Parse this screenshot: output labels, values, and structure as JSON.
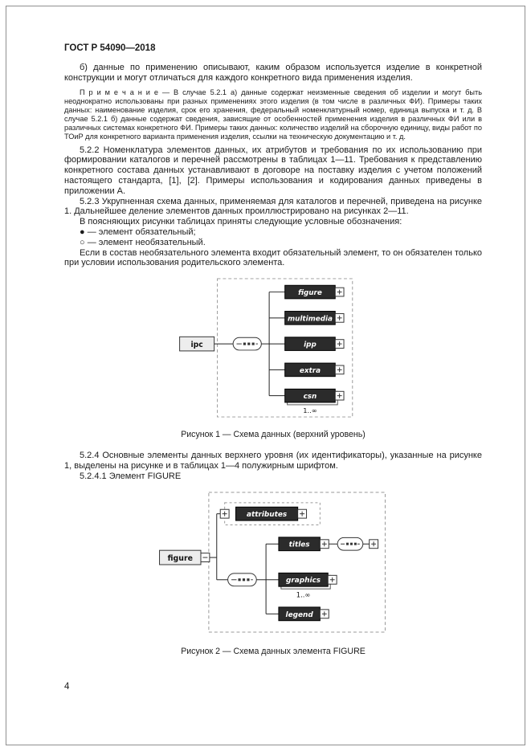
{
  "page": {
    "header": "ГОСТ Р 54090—2018",
    "page_number": "4"
  },
  "paragraphs": {
    "b_item": "б) данные по применению описывают, каким образом используется изделие в конкретной конструкции и могут отличаться для каждого конкретного вида применения изделия.",
    "note": "П р и м е ч а н и е — В случае 5.2.1 а) данные содержат неизменные сведения об изделии и могут быть неоднократно использованы при разных применениях этого изделия (в том числе в различных ФИ). Примеры таких данных: наименование изделия, срок его хранения, федеральный номенклатурный номер, единица выпуска и т. д. В случае 5.2.1 б) данные содержат сведения, зависящие от особенностей применения изделия в различных ФИ или в различных системах конкретного ФИ. Примеры таких данных: количество изделий на сборочную единицу, виды работ по ТОиР для конкретного варианта применения изделия, ссылки на техническую документацию и т. д.",
    "p522": "5.2.2 Номенклатура элементов данных, их атрибутов и требования по их использованию при формировании каталогов и перечней рассмотрены в таблицах 1—11. Требования к представлению конкретного состава данных устанавливают в договоре на поставку изделия с учетом положений настоящего стандарта, [1], [2]. Примеры использования и кодирования данных приведены в приложении А.",
    "p523": "5.2.3 Укрупненная схема данных, применяемая для каталогов и перечней, приведена на рисунке 1. Дальнейшее деление элементов данных проиллюстрировано на рисунках 2—11.",
    "legend_intro": "В поясняющих рисунки таблицах приняты следующие условные обозначения:",
    "legend_mandatory": "● — элемент обязательный;",
    "legend_optional": "○ — элемент необязательный.",
    "p_condition": "Если в состав необязательного элемента входит обязательный элемент, то он обязателен только при условии использования родительского элемента.",
    "p524": "5.2.4 Основные элементы данных верхнего уровня (их идентификаторы), указанные на рисунке 1, выделены на рисунке и в таблицах 1—4 полужирным шрифтом.",
    "p5241": "5.2.4.1 Элемент FIGURE"
  },
  "figure1": {
    "root": "ipc",
    "children": [
      "figure",
      "multimedia",
      "ipp",
      "extra",
      "csn"
    ],
    "multiplicity": "1..∞",
    "caption": "Рисунок 1 — Схема данных (верхний уровень)"
  },
  "figure2": {
    "root": "figure",
    "attributes": "attributes",
    "children": [
      "titles",
      "graphics",
      "legend"
    ],
    "multiplicity": "1..∞",
    "caption": "Рисунок 2 — Схема данных элемента FIGURE"
  }
}
